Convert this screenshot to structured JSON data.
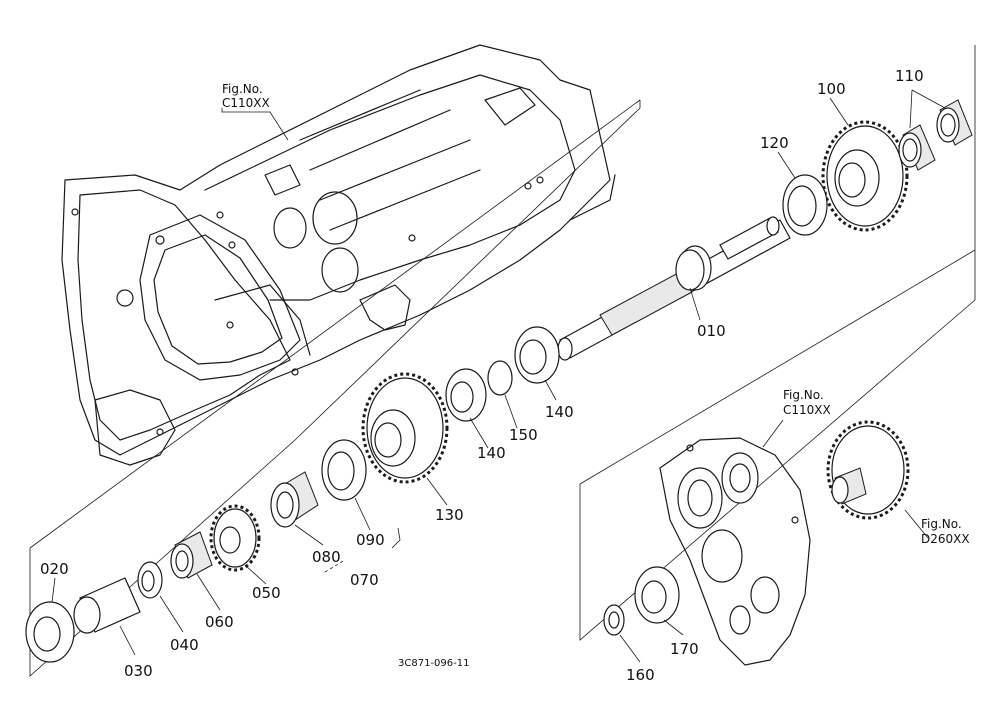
{
  "figure_refs": {
    "case_top": {
      "line1": "Fig.No.",
      "line2": "C110XX"
    },
    "cover": {
      "line1": "Fig.No.",
      "line2": "C110XX"
    },
    "gear_ref": {
      "line1": "Fig.No.",
      "line2": "D260XX"
    }
  },
  "part_labels": {
    "p010": "010",
    "p020": "020",
    "p030": "030",
    "p040": "040",
    "p050": "050",
    "p060": "060",
    "p070": "070",
    "p080": "080",
    "p090": "090",
    "p100": "100",
    "p110": "110",
    "p120": "120",
    "p130": "130",
    "p140a": "140",
    "p140b": "140",
    "p150": "150",
    "p160": "160",
    "p170": "170"
  },
  "drawing_code": "3C871-096-11"
}
